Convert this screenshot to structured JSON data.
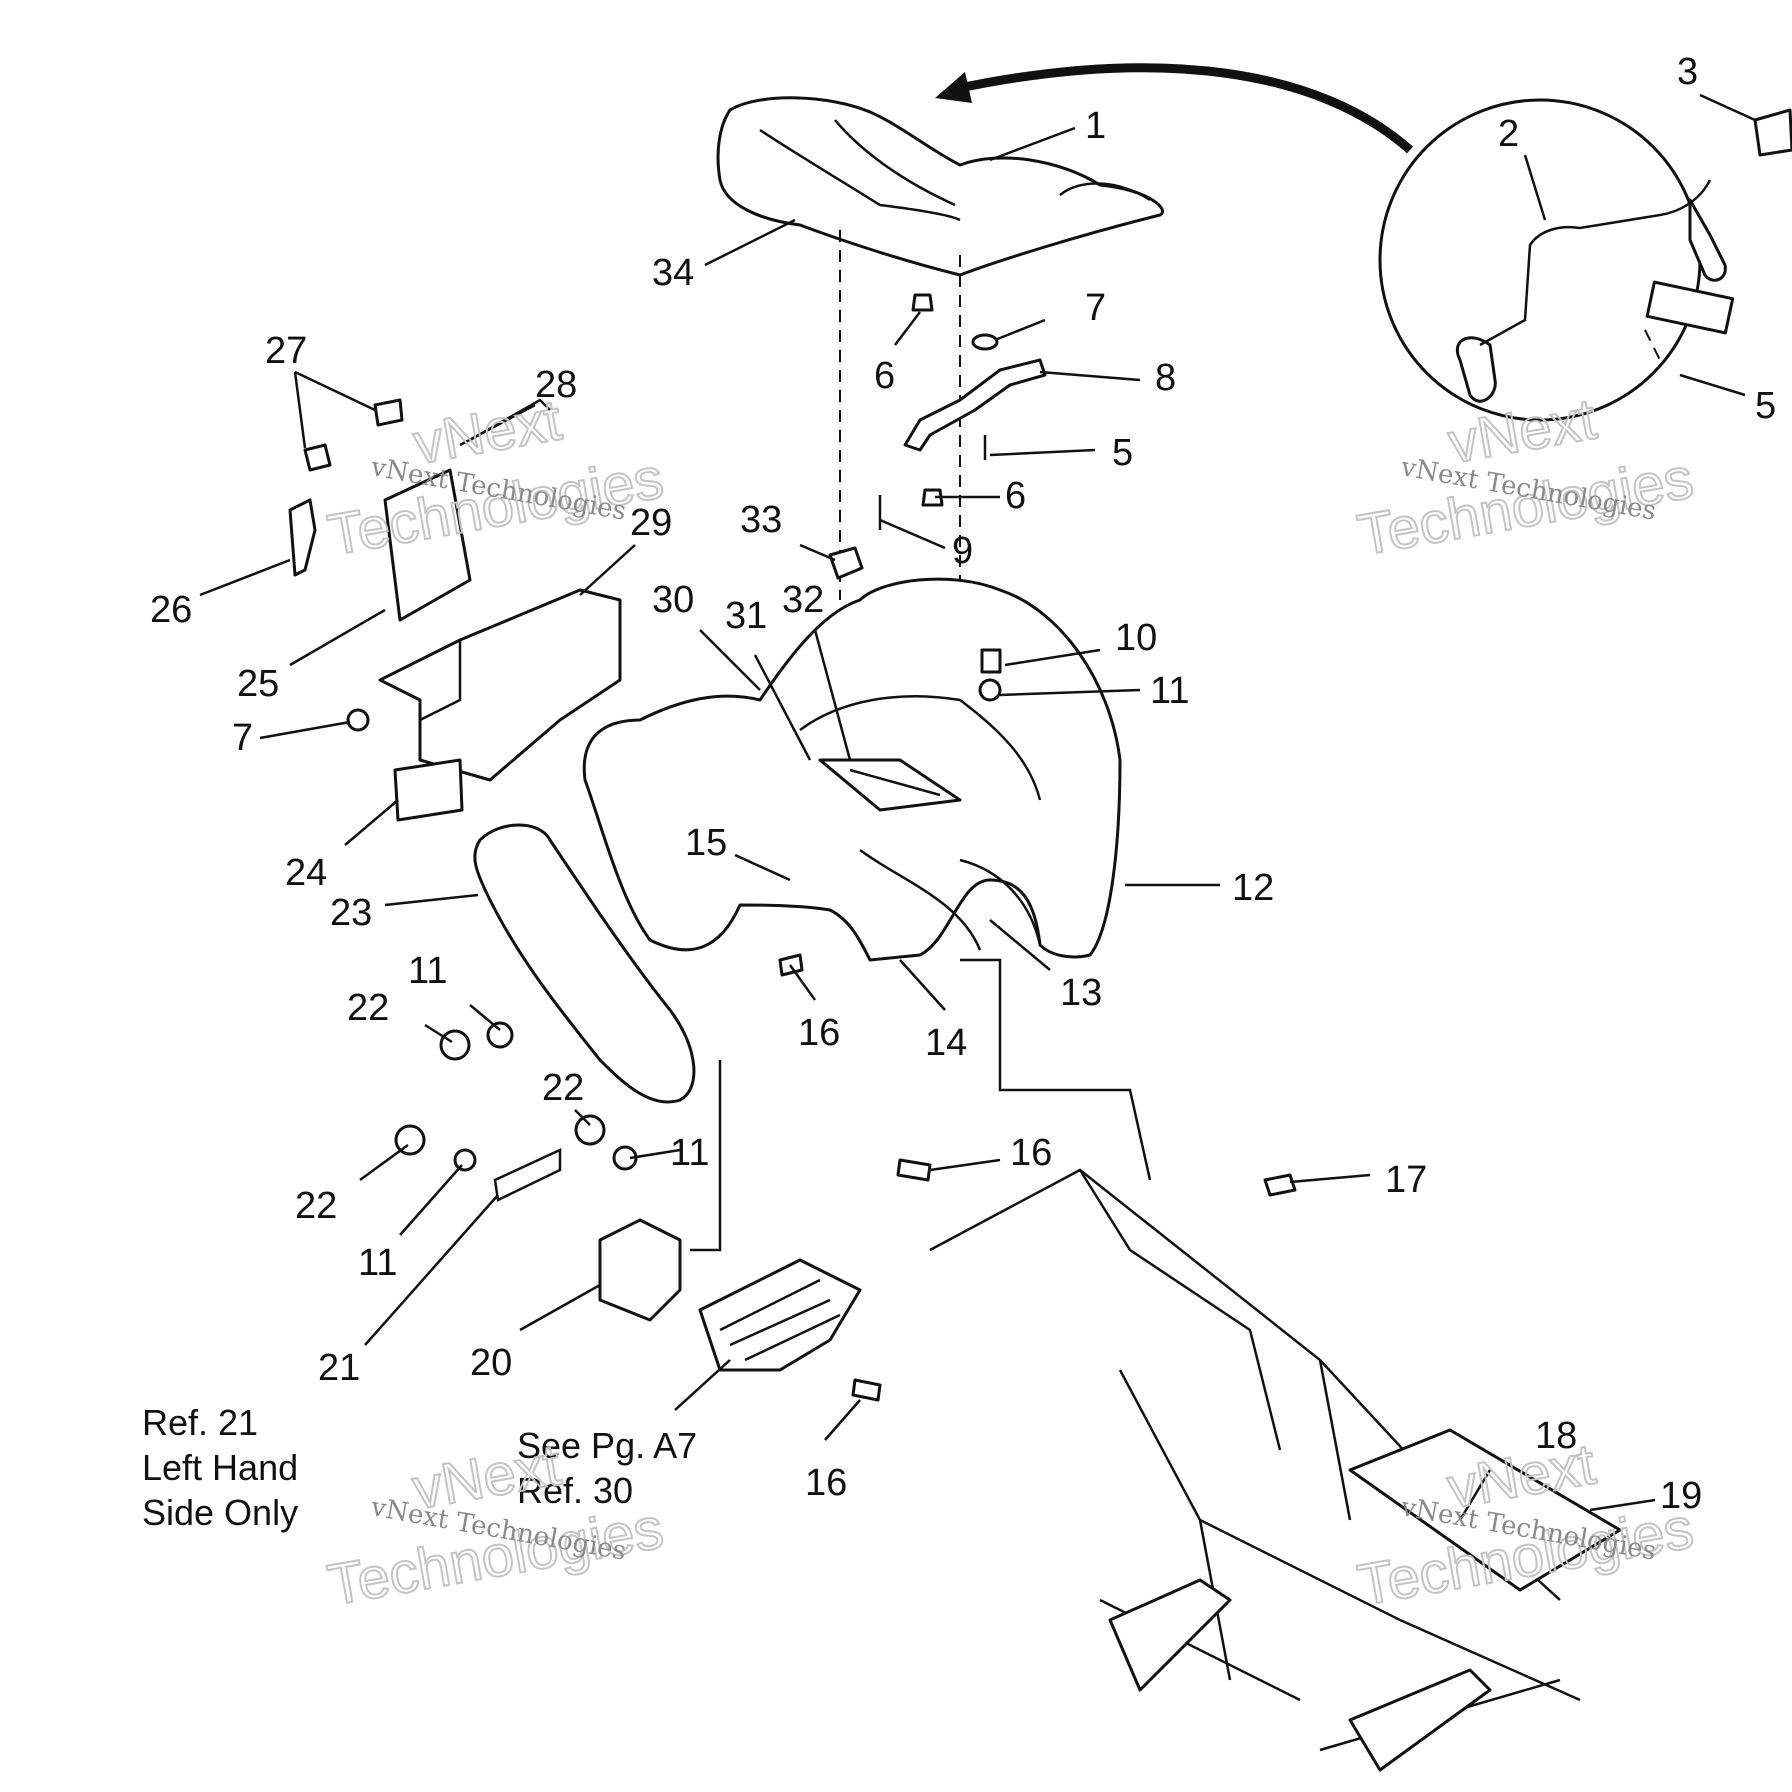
{
  "callouts": [
    "1",
    "2",
    "3",
    "5",
    "34",
    "6",
    "7",
    "8",
    "5",
    "6",
    "27",
    "28",
    "29",
    "26",
    "25",
    "33",
    "9",
    "30",
    "31",
    "32",
    "10",
    "11",
    "7",
    "24",
    "15",
    "12",
    "23",
    "13",
    "11",
    "22",
    "16",
    "14",
    "22",
    "11",
    "16",
    "17",
    "22",
    "11",
    "21",
    "20",
    "16",
    "18",
    "19"
  ],
  "notes": {
    "ref21": [
      "Ref. 21",
      "Left Hand",
      "Side Only"
    ],
    "see_pg": [
      "See Pg. A7",
      "Ref. 30"
    ]
  },
  "watermark": {
    "small": "vNext Technologies",
    "big_top": "vNext",
    "big_bottom": "Technologies"
  }
}
